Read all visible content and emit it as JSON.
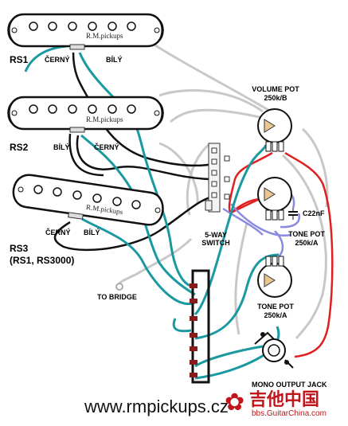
{
  "pickups": [
    {
      "name": "RS1",
      "brand": "R.M.pickups",
      "wire_left": "ČERNÝ",
      "wire_right": "BÍLÝ"
    },
    {
      "name": "RS2",
      "brand": "R.M.pickups",
      "wire_left": "BÍLÝ",
      "wire_right": "ČERNÝ"
    },
    {
      "name": "RS3",
      "subtitle": "(RS1, RS3000)",
      "brand": "R.M.pickups",
      "wire_left": "ČERNÝ",
      "wire_right": "BÍLÝ"
    }
  ],
  "volume_pot": {
    "title": "VOLUME POT",
    "value": "250k/B"
  },
  "tone_pot_1": {
    "title": "TONE POT",
    "value": "250k/A"
  },
  "tone_pot_2": {
    "title": "TONE POT",
    "value": "250k/A"
  },
  "capacitor": "C22nF",
  "switch": {
    "line1": "5-WAY",
    "line2": "SWITCH"
  },
  "bridge_label": "TO BRIDGE",
  "jack_label": "MONO OUTPUT JACK",
  "footer_url": "www.rmpickups.cz",
  "watermark": {
    "chinese": "吉他中国",
    "url": "bbs.GuitarChina.com"
  },
  "colors": {
    "teal_wire": "#1a9aa0",
    "red_wire": "#e02020",
    "blue_wire": "#8a8ae0",
    "gray_wire": "#c8c8c8"
  }
}
